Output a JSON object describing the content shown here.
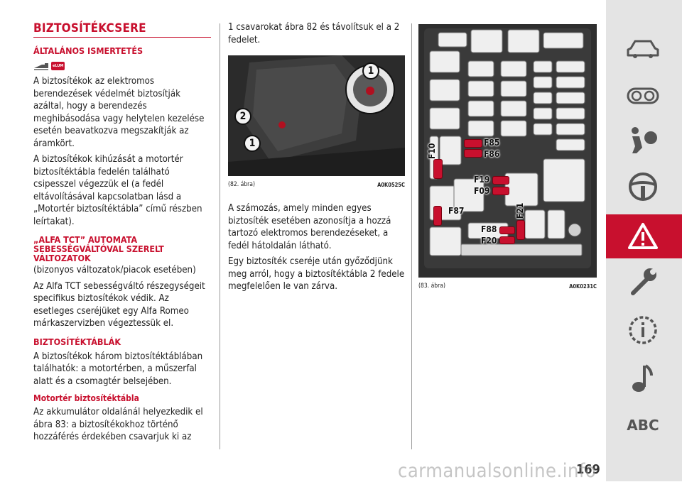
{
  "heading": "BIZTOSÍTÉKCSERE",
  "section1": {
    "title": "ÁLTALÁNOS ISMERTETÉS",
    "badge": "eLUM",
    "p1": "A biztosítékok az elektromos berendezések védelmét biztosítják azáltal, hogy a berendezés meghibásodása vagy helytelen kezelése esetén beavatkozva megszakítják az áramkört.",
    "p2": "A biztosítékok kihúzását a motortér biztosítéktábla fedelén található csipesszel végezzük el (a fedél eltávolításával kapcsolatban lásd a „Motortér biztosítéktábla” című részben leírtakat)."
  },
  "section2": {
    "title": "„ALFA TCT” AUTOMATA SEBESSÉGVÁLTÓVAL SZERELT VÁLTOZATOK",
    "p1": "(bizonyos változatok/piacok esetében)",
    "p2": "Az Alfa TCT sebességváltó részegységeit specifikus biztosítékok védik. Az esetleges cseréjüket egy Alfa Romeo márkaszervizben végeztessük el."
  },
  "section3": {
    "title": "BIZTOSÍTÉKTÁBLÁK",
    "p1": "A biztosítékok három biztosítéktáblában találhatók: a motortérben, a műszerfal alatt és a csomagtér belsejében.",
    "subtitle": "Motortér biztosítéktábla",
    "p2": "Az akkumulátor oldalánál helyezkedik el ábra 83: a biztosítékokhoz történő hozzáférés érdekében csavarjuk ki az"
  },
  "col2": {
    "p1": "1 csavarokat ábra 82 és távolítsuk el a 2 fedelet.",
    "p2": "A számozás, amely minden egyes biztosíték esetében azonosítja a hozzá tartozó elektromos berendezéseket, a fedél hátoldalán látható.",
    "p3": "Egy biztosíték cseréje után győződjünk meg arról, hogy a biztosítéktábla 2 fedele megfelelően le van zárva."
  },
  "figure82": {
    "caption": "(82. ábra)",
    "code": "A0K0525C",
    "callouts": [
      "1",
      "2",
      "1"
    ]
  },
  "figure83": {
    "caption": "(83. ábra)",
    "code": "A0K0231C",
    "fuses": [
      "F10",
      "F85",
      "F86",
      "F19",
      "F09",
      "F87",
      "F21",
      "F88",
      "F20"
    ]
  },
  "sidebar": {
    "icons": [
      "car-icon",
      "dashboard-icon",
      "airbag-icon",
      "steering-wheel-icon",
      "warning-icon",
      "wrench-icon",
      "info-icon",
      "music-icon",
      "abc-index"
    ],
    "abc_label": "ABC",
    "active_index": 4
  },
  "page_number": "169",
  "watermark": "carmanualsonline.info"
}
